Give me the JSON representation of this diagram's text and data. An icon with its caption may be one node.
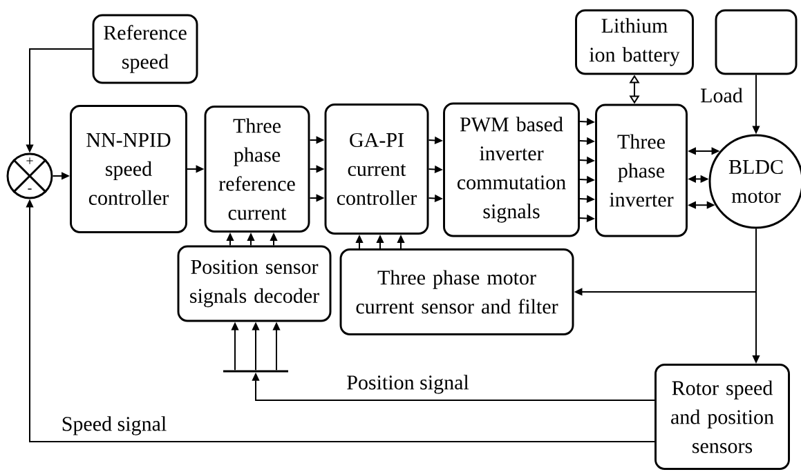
{
  "diagram": {
    "nodes": [
      {
        "text": [
          "Reference speed"
        ]
      },
      {
        "text": [],
        "shape": "circle"
      },
      {
        "text": [
          "NN-NPID speed controller"
        ]
      },
      {
        "text": [
          "Three phase reference current"
        ]
      },
      {
        "text": [
          "GA-PI current controller"
        ]
      },
      {
        "text": [
          "PWM based inverter commutation signals"
        ]
      },
      {
        "text": [
          "Lithium ion battery"
        ]
      },
      {
        "text": [],
        "shape": "box"
      },
      {
        "text": [
          "Three phase inverter"
        ]
      },
      {
        "text": [
          "BLDC motor"
        ]
      },
      {
        "text": [
          "Position sensor signals decoder"
        ]
      },
      {
        "text": [
          "Three phase motor current sensor and filter"
        ]
      },
      {
        "text": [
          "Rotor speed and position sensors"
        ]
      },
      {
        "text": [],
        "shape": "bar"
      }
    ],
    "edges": [
      {
        "from": 0,
        "to": 1,
        "arrow": "to"
      },
      {
        "from": 1,
        "to": 2,
        "arrow": "to"
      },
      {
        "from": 2,
        "to": 3,
        "arrow": "to"
      },
      {
        "from": 3,
        "to": 4,
        "arrow": "to"
      },
      {
        "from": 3,
        "to": 4,
        "arrow": "to"
      },
      {
        "from": 3,
        "to": 4,
        "arrow": "to"
      },
      {
        "from": 4,
        "to": 5,
        "arrow": "to"
      },
      {
        "from": 4,
        "to": 5,
        "arrow": "to"
      },
      {
        "from": 4,
        "to": 5,
        "arrow": "to"
      },
      {
        "from": 5,
        "to": 8,
        "arrow": "to"
      },
      {
        "from": 5,
        "to": 8,
        "arrow": "to"
      },
      {
        "from": 5,
        "to": 8,
        "arrow": "to"
      },
      {
        "from": 5,
        "to": 8,
        "arrow": "to"
      },
      {
        "from": 5,
        "to": 8,
        "arrow": "to"
      },
      {
        "from": 5,
        "to": 8,
        "arrow": "to"
      },
      {
        "from": 6,
        "to": 8,
        "arrow": "both"
      },
      {
        "from": 7,
        "to": 9,
        "arrow": "to",
        "label": "Load"
      },
      {
        "from": 8,
        "to": 9,
        "arrow": "both"
      },
      {
        "from": 8,
        "to": 9,
        "arrow": "both"
      },
      {
        "from": 8,
        "to": 9,
        "arrow": "both"
      },
      {
        "from": 9,
        "to": 11,
        "arrow": "to"
      },
      {
        "from": 9,
        "to": 12,
        "arrow": "to"
      },
      {
        "from": 10,
        "to": 3,
        "arrow": "to"
      },
      {
        "from": 10,
        "to": 3,
        "arrow": "to"
      },
      {
        "from": 10,
        "to": 3,
        "arrow": "to"
      },
      {
        "from": 11,
        "to": 4,
        "arrow": "to"
      },
      {
        "from": 11,
        "to": 4,
        "arrow": "to"
      },
      {
        "from": 11,
        "to": 4,
        "arrow": "to"
      },
      {
        "from": 12,
        "to": 13,
        "arrow": "to",
        "label": "Position signal"
      },
      {
        "from": 13,
        "to": 10,
        "arrow": "to"
      },
      {
        "from": 13,
        "to": 10,
        "arrow": "to"
      },
      {
        "from": 13,
        "to": 10,
        "arrow": "to"
      },
      {
        "from": 12,
        "to": 1,
        "arrow": "to",
        "label": "Speed signal"
      }
    ],
    "labels": [
      "+",
      "-"
    ]
  }
}
